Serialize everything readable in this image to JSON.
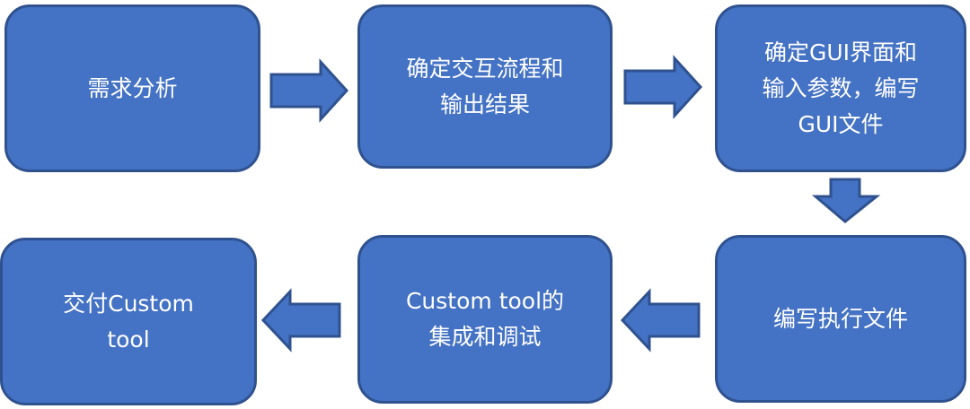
{
  "colors": {
    "box_fill": "#4472c4",
    "box_border": "#2f528f",
    "text": "#ffffff"
  },
  "steps": [
    {
      "label": "需求分析"
    },
    {
      "label": "确定交互流程和\n输出结果"
    },
    {
      "label": "确定GUI界面和\n输入参数，编写\nGUI文件"
    },
    {
      "label": "编写执行文件"
    },
    {
      "label": "Custom tool的\n集成和调试"
    },
    {
      "label": "交付Custom\ntool"
    }
  ],
  "arrows": [
    {
      "from": "需求分析",
      "to": "确定交互流程和输出结果",
      "direction": "right"
    },
    {
      "from": "确定交互流程和输出结果",
      "to": "确定GUI界面和输入参数，编写GUI文件",
      "direction": "right"
    },
    {
      "from": "确定GUI界面和输入参数，编写GUI文件",
      "to": "编写执行文件",
      "direction": "down"
    },
    {
      "from": "编写执行文件",
      "to": "Custom tool的集成和调试",
      "direction": "left"
    },
    {
      "from": "Custom tool的集成和调试",
      "to": "交付Custom tool",
      "direction": "left"
    }
  ]
}
